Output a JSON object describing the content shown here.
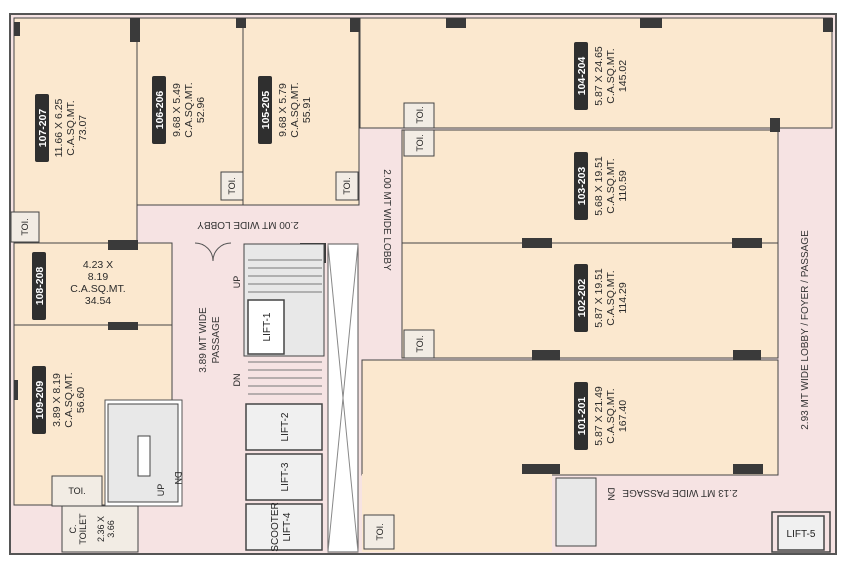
{
  "units": [
    {
      "id": "107-207",
      "dims": "11.66 X 6.25",
      "area_label": "C.A.SQ.MT.",
      "area": "73.07"
    },
    {
      "id": "106-206",
      "dims": "9.68 X 5.49",
      "area_label": "C.A.SQ.MT.",
      "area": "52.96"
    },
    {
      "id": "105-205",
      "dims": "9.68 X 5.79",
      "area_label": "C.A.SQ.MT.",
      "area": "55.91"
    },
    {
      "id": "104-204",
      "dims": "5.87 X 24.65",
      "area_label": "C.A.SQ.MT.",
      "area": "145.02"
    },
    {
      "id": "103-203",
      "dims": "5.68 X 19.51",
      "area_label": "C.A.SQ.MT.",
      "area": "110.59"
    },
    {
      "id": "102-202",
      "dims": "5.87 X 19.51",
      "area_label": "C.A.SQ.MT.",
      "area": "114.29"
    },
    {
      "id": "101-201",
      "dims": "5.87 X 21.49",
      "area_label": "C.A.SQ.MT.",
      "area": "167.40"
    },
    {
      "id": "108-208",
      "dims_line1": "4.23 X",
      "dims_line2": "8.19",
      "area_label": "C.A.SQ.MT.",
      "area": "34.54"
    },
    {
      "id": "109-209",
      "dims": "3.89 X 8.19",
      "area_label": "C.A.SQ.MT.",
      "area": "56.60"
    }
  ],
  "toilet_label": "TOI.",
  "common_toilet": {
    "line1": "C.",
    "line2": "TOILET",
    "line3": "2.36 X",
    "line4": "3.66"
  },
  "lifts": {
    "lift1": "LIFT-1",
    "lift2": "LIFT-2",
    "lift3": "LIFT-3",
    "lift4_line1": "SCOOTER",
    "lift4_line2": "LIFT-4",
    "lift5": "LIFT-5"
  },
  "stairs": {
    "up": "UP",
    "dn": "DN"
  },
  "corridors": {
    "lobby_200_h": "2.00 MT WIDE LOBBY",
    "lobby_200_v": "2.00 MT WIDE LOBBY",
    "passage_389_line1": "3.89 MT WIDE",
    "passage_389_line2": "PASSAGE",
    "lobby_293": "2.93 MT WIDE LOBBY / FOYER / PASSAGE",
    "passage_213": "2.13 MT WIDE PASSAGE"
  },
  "colors": {
    "unit_fill": "#fbe8cf",
    "corridor_fill": "#f6e3e3",
    "wall": "#3a3a3a",
    "badge": "#2f2f2f",
    "stair_fill": "#e8e8e8"
  }
}
